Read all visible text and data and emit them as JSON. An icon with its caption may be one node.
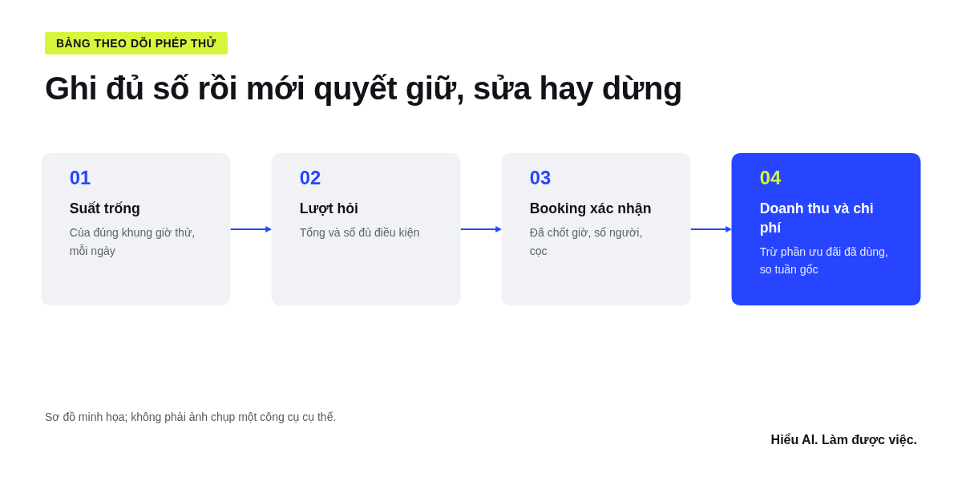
{
  "diagram": {
    "title": "Ghi đủ số rồi mới quyết giữ, sửa hay dừng",
    "caption": "Sơ đồ minh họa; không phải ảnh chụp một công cụ cụ thể.",
    "nodes": [
      {
        "text": [
          "01",
          "Suất trống",
          "Của đúng khung giờ thử, mỗi ngày"
        ]
      },
      {
        "text": [
          "02",
          "Lượt hỏi",
          "Tổng và số đủ điều kiện"
        ]
      },
      {
        "text": [
          "03",
          "Booking xác nhận",
          "Đã chốt giờ, số người, cọc"
        ]
      },
      {
        "text": [
          "04",
          "Doanh thu và chi phí",
          "Trừ phần ưu đãi đã dùng, so tuần gốc"
        ]
      }
    ],
    "edges": [
      {
        "from": 0,
        "to": 1,
        "arrow": "to"
      },
      {
        "from": 1,
        "to": 2,
        "arrow": "to"
      },
      {
        "from": 2,
        "to": 3,
        "arrow": "to"
      }
    ],
    "labels": [
      "BẢNG THEO DÕI PHÉP THỬ",
      "Hiểu AI. Làm được việc."
    ]
  }
}
